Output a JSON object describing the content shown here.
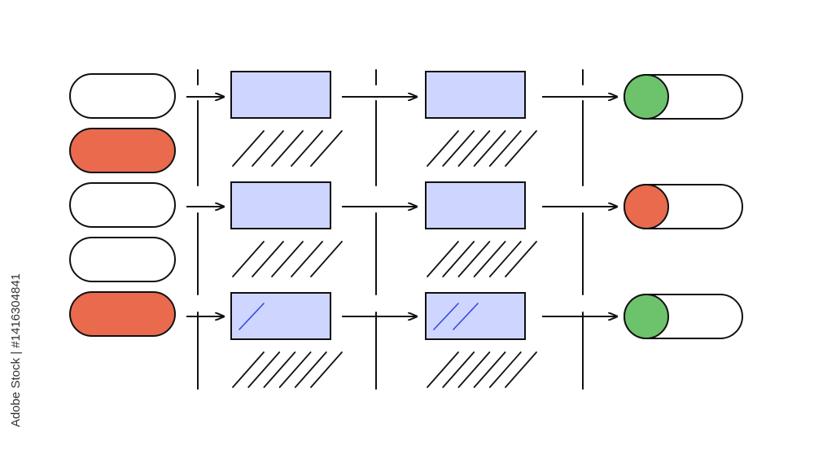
{
  "colors": {
    "stroke": "#111111",
    "pill_white": "#ffffff",
    "pill_red": "#ea6a4e",
    "box_blue": "#ced6ff",
    "box_mark": "#3949e6",
    "knob_green": "#6dc36b",
    "knob_red": "#ea6a4e"
  },
  "icons": {
    "input_pill": "rounded-pill-shape",
    "process_box": "rectangle-shape",
    "hatching": "diagonal-hatch-lines",
    "arrow": "right-arrow",
    "output_toggle": "toggle-switch-icon"
  },
  "inputs": [
    {
      "state": "empty",
      "fill": "white"
    },
    {
      "state": "filled",
      "fill": "red"
    },
    {
      "state": "empty",
      "fill": "white"
    },
    {
      "state": "empty",
      "fill": "white"
    },
    {
      "state": "filled",
      "fill": "red"
    }
  ],
  "stages": [
    {
      "rows": [
        {
          "marks": 0,
          "hatch_lines": 5
        },
        {
          "marks": 0,
          "hatch_lines": 5
        },
        {
          "marks": 1,
          "hatch_lines": 6
        }
      ]
    },
    {
      "rows": [
        {
          "marks": 0,
          "hatch_lines": 6
        },
        {
          "marks": 0,
          "hatch_lines": 6
        },
        {
          "marks": 2,
          "hatch_lines": 6
        }
      ]
    }
  ],
  "outputs": [
    {
      "status": "on",
      "knob": "green"
    },
    {
      "status": "off",
      "knob": "red"
    },
    {
      "status": "on",
      "knob": "green"
    }
  ],
  "watermark": {
    "stock_id": "Adobe Stock | #1416304841"
  }
}
